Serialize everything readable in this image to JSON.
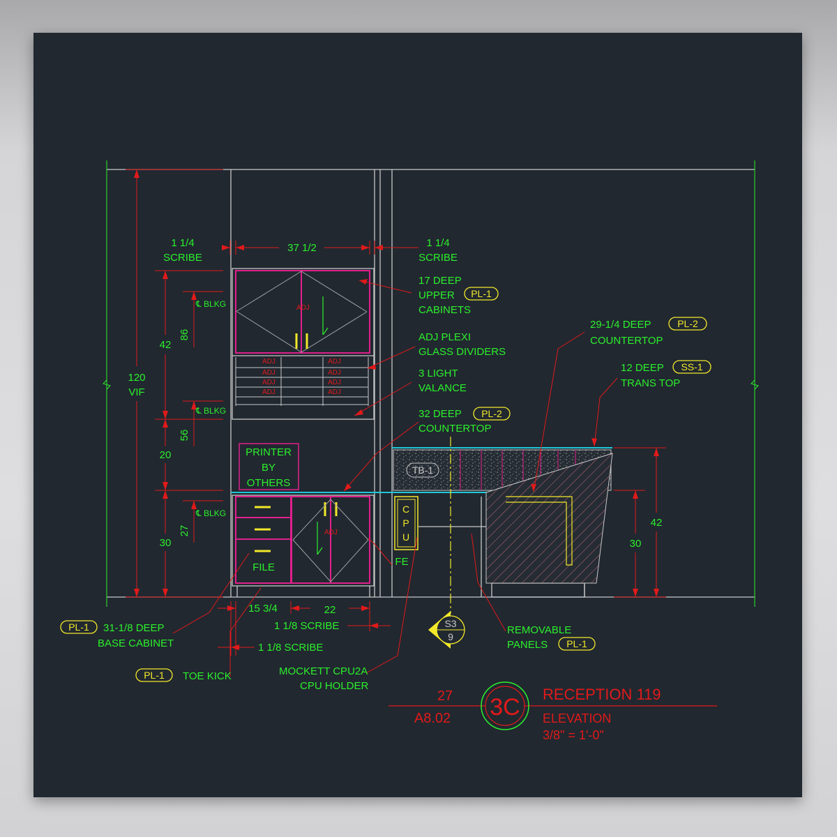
{
  "colors": {
    "background": "#212830",
    "green": "#2cf02c",
    "red": "#e01a1a",
    "magenta": "#e0208c",
    "yellow": "#f2e82a",
    "white": "#c8c8c8",
    "cyan": "#20c8d8"
  },
  "dimensions": {
    "scribe_left_value": "1 1/4",
    "scribe_left_label": "SCRIBE",
    "upper_width": "37 1/2",
    "scribe_right_value": "1 1/4",
    "scribe_right_label": "SCRIBE",
    "total_height_value": "120",
    "total_height_label": "VIF",
    "upper_height": "42",
    "blkg_upper_height": "86",
    "middle_height": "20",
    "blkg_middle_height": "56",
    "base_height": "30",
    "blkg_base_height": "27",
    "blkg_label": "℄ BLKG",
    "base_left_width": "15 3/4",
    "base_right_width": "22",
    "scribe_base_right": "1 1/8 SCRIBE",
    "scribe_base_left": "1 1/8 SCRIBE",
    "counter_height_30": "30",
    "counter_height_42": "42"
  },
  "annotations": {
    "upper_cab_1": "17 DEEP",
    "upper_cab_2": "UPPER",
    "upper_cab_3": "CABINETS",
    "upper_cab_tag": "PL-1",
    "plexi_1": "ADJ PLEXI",
    "plexi_2": "GLASS DIVIDERS",
    "valance_1": "3 LIGHT",
    "valance_2": "VALANCE",
    "counter32_1": "32 DEEP",
    "counter32_tag": "PL-2",
    "counter32_2": "COUNTERTOP",
    "counter29_1": "29-1/4 DEEP",
    "counter29_tag": "PL-2",
    "counter29_2": "COUNTERTOP",
    "trans_1": "12 DEEP",
    "trans_tag": "SS-1",
    "trans_2": "TRANS TOP",
    "tb_tag": "TB-1",
    "printer_1": "PRINTER",
    "printer_2": "BY",
    "printer_3": "OTHERS",
    "file_label": "FILE",
    "fe_label": "FE",
    "cpu_1": "C",
    "cpu_2": "P",
    "cpu_3": "U",
    "base_cab_tag": "PL-1",
    "base_cab_1": "31-1/8 DEEP",
    "base_cab_2": "BASE CABINET",
    "toe_tag": "PL-1",
    "toe_label": "TOE KICK",
    "mockett_1": "MOCKETT CPU2A",
    "mockett_2": "CPU HOLDER",
    "removable_1": "REMOVABLE",
    "removable_2": "PANELS",
    "removable_tag": "PL-1",
    "section_top": "S3",
    "section_bottom": "9",
    "adj_label": "ADJ"
  },
  "title_block": {
    "ref_number": "27",
    "sheet": "A8.02",
    "drawing_id": "3C",
    "title": "RECEPTION 119",
    "subtitle": "ELEVATION",
    "scale": "3/8\" = 1'-0\""
  }
}
